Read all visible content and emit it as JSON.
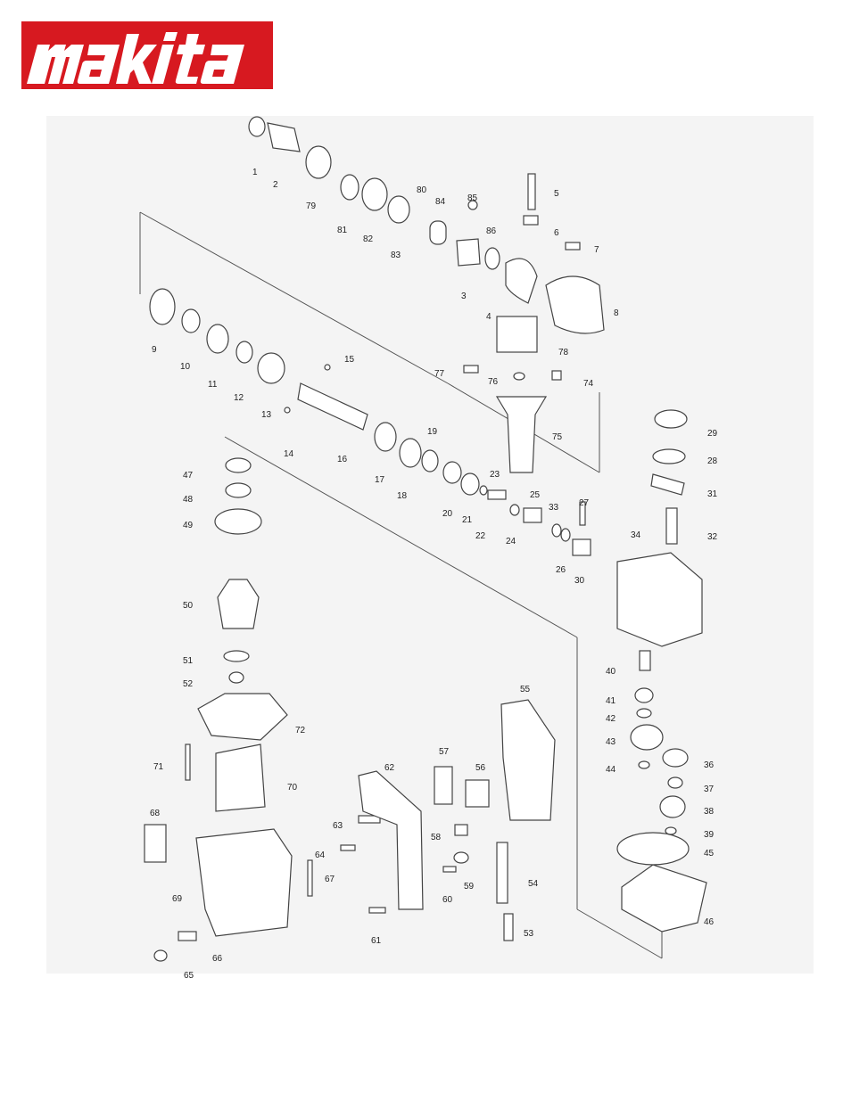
{
  "brand": {
    "logo_text": "makita",
    "registered_mark": "®",
    "color": "#d71920"
  },
  "diagram": {
    "background": "#f4f4f4",
    "line_color": "#555555",
    "part_numbers": [
      "1",
      "2",
      "3",
      "4",
      "5",
      "6",
      "7",
      "8",
      "9",
      "10",
      "11",
      "12",
      "13",
      "14",
      "15",
      "16",
      "17",
      "18",
      "19",
      "20",
      "21",
      "22",
      "23",
      "24",
      "25",
      "26",
      "27",
      "28",
      "29",
      "30",
      "31",
      "32",
      "33",
      "34",
      "36",
      "37",
      "38",
      "39",
      "40",
      "41",
      "42",
      "43",
      "44",
      "45",
      "46",
      "47",
      "48",
      "49",
      "50",
      "51",
      "52",
      "53",
      "54",
      "55",
      "56",
      "57",
      "58",
      "59",
      "60",
      "61",
      "62",
      "63",
      "64",
      "65",
      "66",
      "67",
      "68",
      "69",
      "70",
      "71",
      "72",
      "74",
      "75",
      "76",
      "77",
      "78",
      "79",
      "80",
      "81",
      "82",
      "83",
      "84",
      "85",
      "86"
    ]
  }
}
